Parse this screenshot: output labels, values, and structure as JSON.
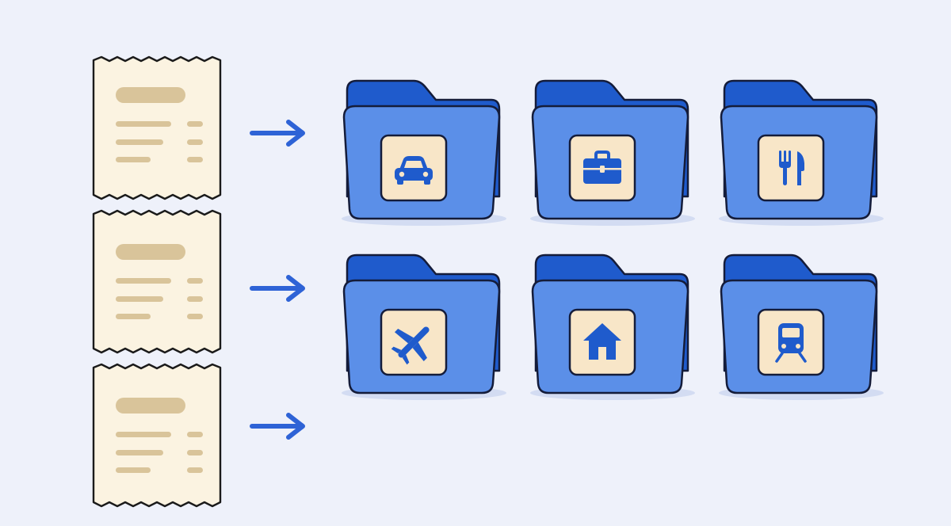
{
  "colors": {
    "background": "#eef1fa",
    "receipt_paper": "#fbf3e1",
    "receipt_lines": "#d9c49a",
    "arrow": "#2e63d6",
    "folder_back": "#1f5bcc",
    "folder_front": "#5b8fe8",
    "folder_outline": "#141c3a",
    "icon_tile": "#f8e6c8",
    "icon": "#1f5bcc"
  },
  "receipts": [
    {
      "name": "receipt-1"
    },
    {
      "name": "receipt-2"
    },
    {
      "name": "receipt-3"
    }
  ],
  "folders": [
    {
      "category": "car",
      "icon": "car-icon"
    },
    {
      "category": "business",
      "icon": "briefcase-icon"
    },
    {
      "category": "food",
      "icon": "fork-knife-icon"
    },
    {
      "category": "travel",
      "icon": "airplane-icon"
    },
    {
      "category": "housing",
      "icon": "house-icon"
    },
    {
      "category": "transit",
      "icon": "train-icon"
    }
  ]
}
